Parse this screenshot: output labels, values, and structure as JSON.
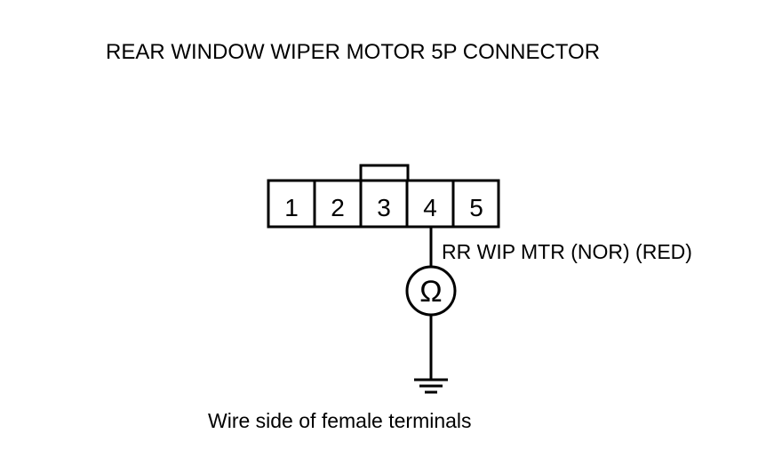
{
  "title": "REAR WINDOW WIPER MOTOR 5P CONNECTOR",
  "connector": {
    "pins": [
      "1",
      "2",
      "3",
      "4",
      "5"
    ]
  },
  "wire_label": "RR WIP MTR (NOR) (RED)",
  "meter_symbol": "Ω",
  "footer": "Wire side of female terminals",
  "icons": {
    "meter": "ohmmeter-icon",
    "ground": "ground-icon",
    "latch": "connector-latch-icon"
  },
  "colors": {
    "line": "#000000",
    "background": "#ffffff"
  }
}
